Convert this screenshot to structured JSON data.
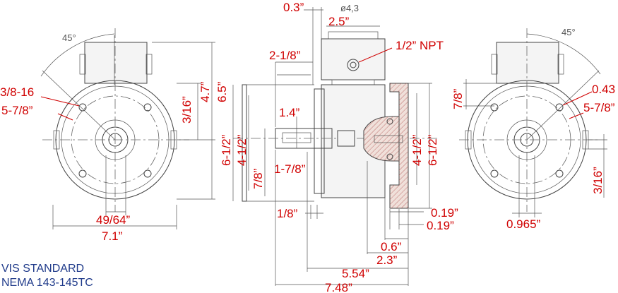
{
  "title_lines": [
    "VIS STANDARD",
    "NEMA 143-145TC"
  ],
  "left_view": {
    "angle": "45°",
    "bolt_thread": "3/8-16",
    "bolt_circle": "5-7/8”",
    "offset": "3/16”",
    "height_a": "4.7”",
    "height_b": "6.5”",
    "width_a": "49/64”",
    "width_b": "7.1”"
  },
  "side_view": {
    "top_offset": "0.3”",
    "port_dia": "ø4,3",
    "port_spacing": "2.5”",
    "port_thread": "1/2” NPT",
    "shaft_length": "2-1/8”",
    "dia_outer_left": "6-1/2”",
    "dia_pilot_left": "4-1/2”",
    "key_length": "1.4”",
    "shaft_dia": "7/8”",
    "shaft_ext": "1-7/8”",
    "flange_thk": "1/8”",
    "dia_pilot_right": "4-1/2”",
    "dia_outer_right": "6-1/2”",
    "rim_a": "0.19”",
    "rim_b": "0.19”",
    "depth_a": "0.6”",
    "depth_b": "2.3”",
    "length_a": "5.54”",
    "length_b": "7.48”"
  },
  "right_view": {
    "angle": "45°",
    "hole_dia": "0.43",
    "bolt_circle": "5-7/8”",
    "top_offset": "7/8”",
    "offset": "3/16”",
    "width": "0.965”"
  }
}
